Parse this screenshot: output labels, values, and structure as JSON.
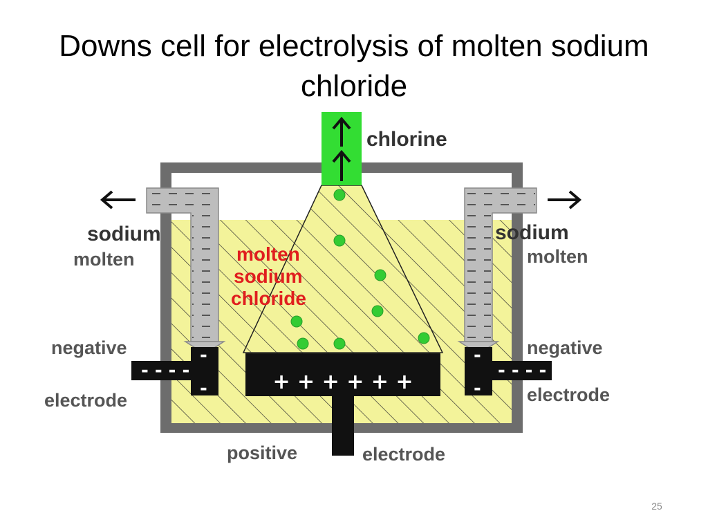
{
  "slide": {
    "title": "Downs cell for electrolysis of molten sodium chloride",
    "number": "25"
  },
  "diagram": {
    "labels": {
      "chlorine": "chlorine",
      "sodium_left": "sodium",
      "molten_left": "molten",
      "sodium_right": "sodium",
      "molten_right": "molten",
      "electrolyte_line1": "molten",
      "electrolyte_line2": "sodium",
      "electrolyte_line3": "chloride",
      "negative_left": "negative",
      "electrode_left": "electrode",
      "negative_right": "negative",
      "electrode_right": "electrode",
      "positive": "positive",
      "positive_electrode": "electrode"
    },
    "anode_signs": "+ + + + + +",
    "colors": {
      "electrolyte": "#f3f39a",
      "chlorine_pipe": "#33dd33",
      "bubbles": "#33cc33",
      "vessel_frame": "#6d6d6d",
      "electrodes": "#111111",
      "sodium_outlet": "#bdbdbd",
      "label_red": "#e01e1e"
    }
  }
}
